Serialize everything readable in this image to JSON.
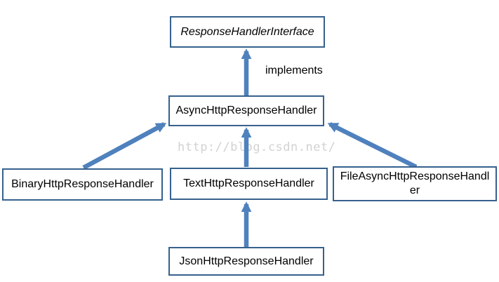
{
  "diagram": {
    "nodes": {
      "interface": {
        "label": "ResponseHandlerInterface"
      },
      "async": {
        "label": "AsyncHttpResponseHandler"
      },
      "binary": {
        "label": "BinaryHttpResponseHandler"
      },
      "text": {
        "label": "TextHttpResponseHandler"
      },
      "file": {
        "label": "FileAsyncHttpResponseHandler"
      },
      "json": {
        "label": "JsonHttpResponseHandler"
      }
    },
    "edge_label": "implements",
    "watermark": "http://blog.csdn.net/",
    "colors": {
      "arrow": "#4f81bd",
      "border": "#36618e",
      "node-text": "#000000",
      "watermark-text": "#d2d2d2",
      "background": "#ffffff"
    }
  }
}
